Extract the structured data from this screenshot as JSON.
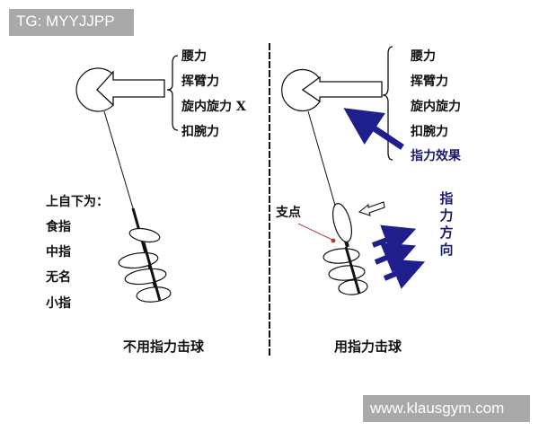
{
  "watermarks": {
    "top": "TG: MYYJJPP",
    "bottom": "www.klausgym.com"
  },
  "left_panel": {
    "force_list": [
      "腰力",
      "挥臂力",
      "旋内旋力 X",
      "扣腕力"
    ],
    "finger_heading": "上自下为：",
    "fingers": [
      "食指",
      "中指",
      "无名",
      "小指"
    ],
    "caption": "不用指力击球"
  },
  "right_panel": {
    "force_list": [
      "腰力",
      "挥臂力",
      "旋内旋力",
      "扣腕力"
    ],
    "finger_effect_label": "指力效果",
    "fulcrum_label": "支点",
    "finger_direction_label": "指力方向",
    "caption": "用指力击球"
  },
  "colors": {
    "arrow_blue": "#1e1e8c",
    "text_dark": "#111111",
    "label_blue": "#1a1a6e",
    "watermark_bg": "#a9a9a9",
    "fulcrum_marker": "#b04040"
  }
}
